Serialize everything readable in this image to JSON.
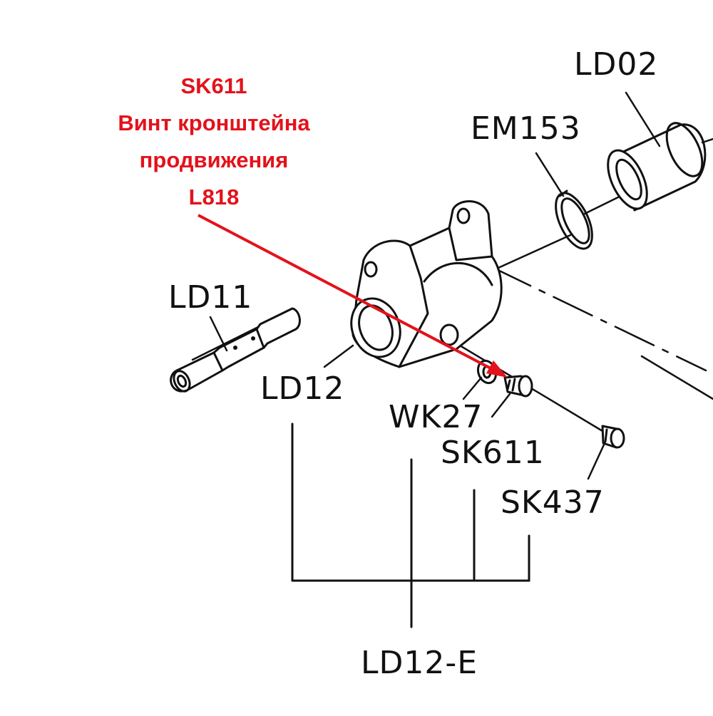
{
  "annotation": {
    "code": "SK611",
    "line1": "Винт кронштейна",
    "line2": "продвижения",
    "model": "L818",
    "color": "#e3121b"
  },
  "labels": {
    "ld02": "LD02",
    "em153": "EM153",
    "ld11": "LD11",
    "ld12": "LD12",
    "wk27": "WK27",
    "sk611": "SK611",
    "sk437": "SK437",
    "assembly": "LD12-E"
  }
}
